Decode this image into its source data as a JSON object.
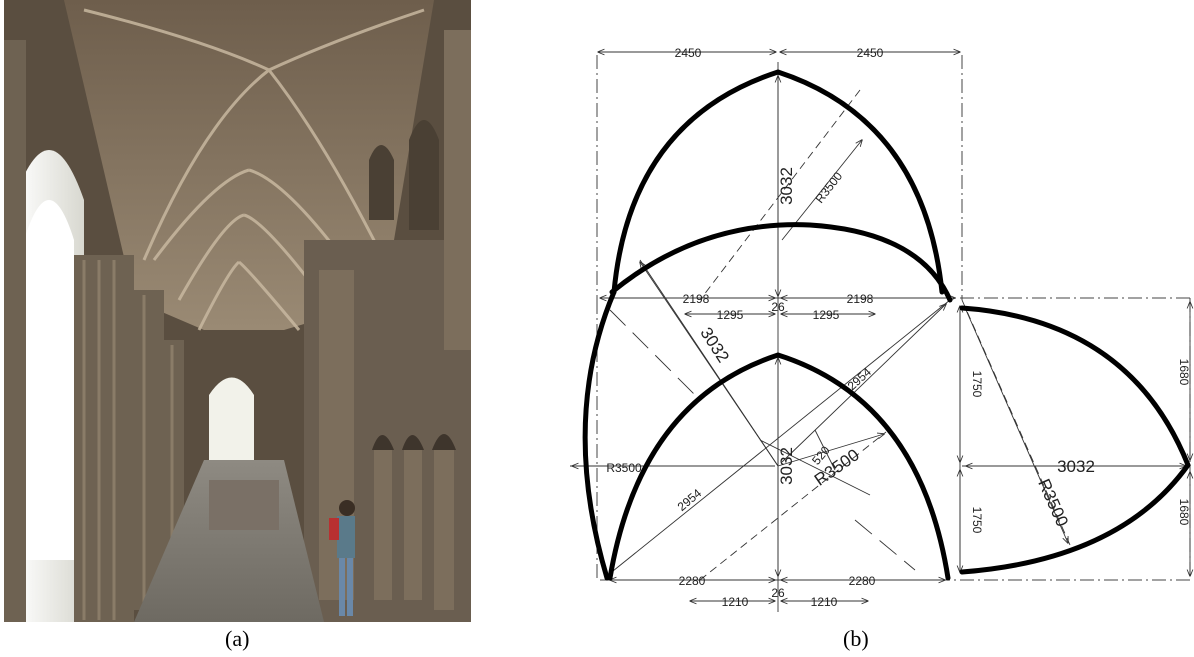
{
  "captions": {
    "a": "(a)",
    "b": "(b)"
  },
  "colors": {
    "stroke": "#000000",
    "stone": "#8a7a66",
    "sky": "#f4f4f0"
  },
  "dimensions": {
    "top_left_half_width": "2450",
    "top_right_half_width": "2450",
    "top_height": "3032",
    "top_radius": "R3500",
    "mid_left_half": "2198",
    "mid_right_half": "2198",
    "mid_inner_left": "1295",
    "mid_inner_right": "1295",
    "mid_center": "26",
    "diag_left": "3032",
    "diag_right": "2954",
    "left_radius": "R3500",
    "center_offset": "520",
    "center_height": "3032",
    "center_radius": "R3500",
    "bottom_diag": "2954",
    "right_upper": "1750",
    "right_lower": "1750",
    "right_span": "3032",
    "right_radius": "R3500",
    "right_edge_upper": "1680",
    "right_edge_lower": "1680",
    "bottom_left_half": "2280",
    "bottom_right_half": "2280",
    "bottom_inner_left": "1210",
    "bottom_inner_right": "1210",
    "bottom_center": "26"
  }
}
